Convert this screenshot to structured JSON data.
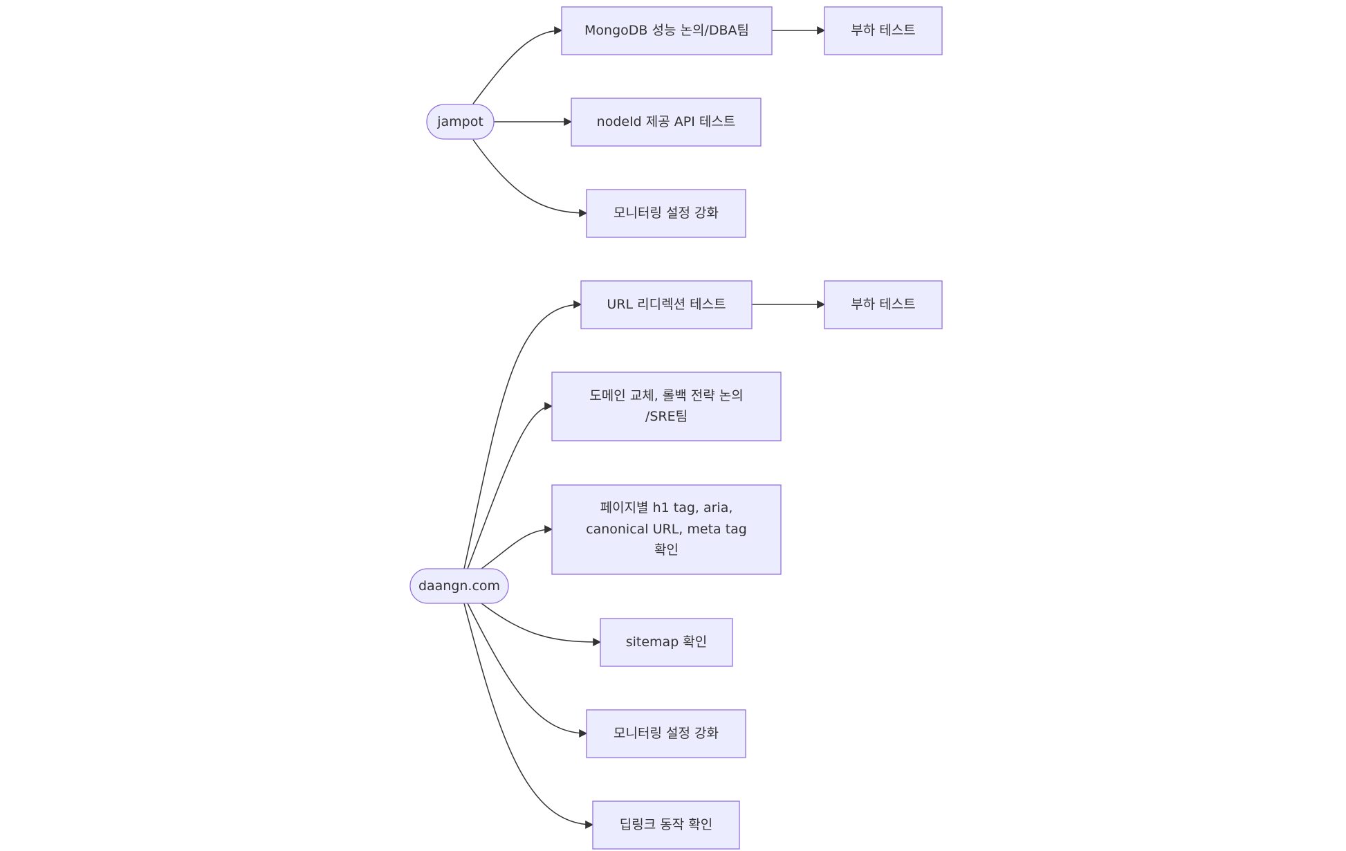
{
  "nodes": {
    "jampot": {
      "label": "jampot"
    },
    "mongo": {
      "label": "MongoDB 성능 논의/DBA팀"
    },
    "load1": {
      "label": "부하 테스트"
    },
    "nodeid": {
      "label": "nodeId 제공 API 테스트"
    },
    "monitor1": {
      "label": "모니터링 설정 강화"
    },
    "daangn": {
      "label": "daangn.com"
    },
    "urlredirect": {
      "label": "URL 리디렉션 테스트"
    },
    "load2": {
      "label": "부하 테스트"
    },
    "domain": {
      "line1": "도메인 교체, 롤백 전략 논의",
      "line2": "/SRE팀"
    },
    "pagecheck": {
      "line1": "페이지별 h1 tag, aria,",
      "line2": "canonical URL, meta tag",
      "line3": "확인"
    },
    "sitemap": {
      "label": "sitemap 확인"
    },
    "monitor2": {
      "label": "모니터링 설정 강화"
    },
    "deeplink": {
      "label": "딥링크 동작 확인"
    }
  },
  "colors": {
    "node_fill": "#ececff",
    "node_stroke": "#9370db",
    "edge": "#333333",
    "text": "#333333"
  }
}
